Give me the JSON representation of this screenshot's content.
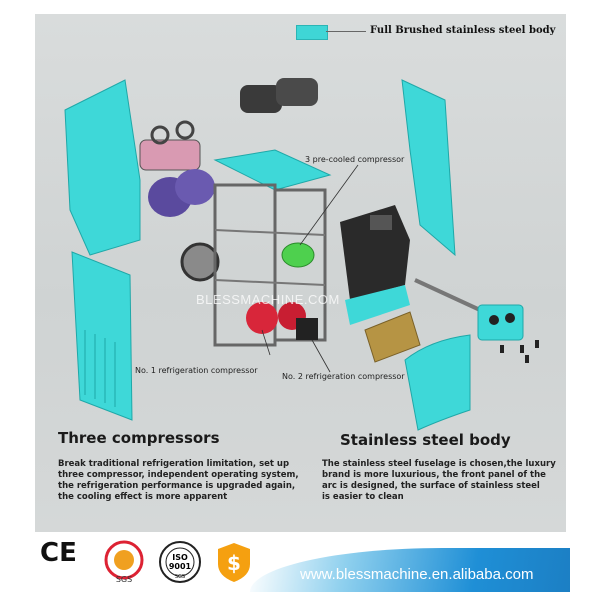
{
  "legend": {
    "label": "Full Brushed stainless steel body",
    "color": "#3fd6d6"
  },
  "callouts": {
    "precooled": "3 pre-cooled compressor",
    "no1": "No. 1 refrigeration compressor",
    "no2": "No. 2 refrigeration compressor"
  },
  "watermark": "BLESSMACHINE.COM",
  "left_section": {
    "heading": "Three compressors",
    "lines": [
      "Break traditional refrigeration limitation, set up",
      "three compressor, independent operating system,",
      "the refrigeration performance is upgraded again,",
      "the cooling effect is more apparent"
    ]
  },
  "right_section": {
    "heading": "Stainless steel body",
    "lines": [
      "The stainless steel fuselage is chosen,the luxury",
      "brand is more luxurious, the front panel of the",
      "arc is designed, the surface of stainless steel",
      "is easier to clean"
    ]
  },
  "certifications": {
    "ce": "CE",
    "sgs_label": "SGS",
    "iso_top": "ISO",
    "iso_num": "9001",
    "iso_bottom": "SGS",
    "dollar": "$"
  },
  "footer": {
    "website": "www.blessmachine.en.alibaba.com"
  }
}
